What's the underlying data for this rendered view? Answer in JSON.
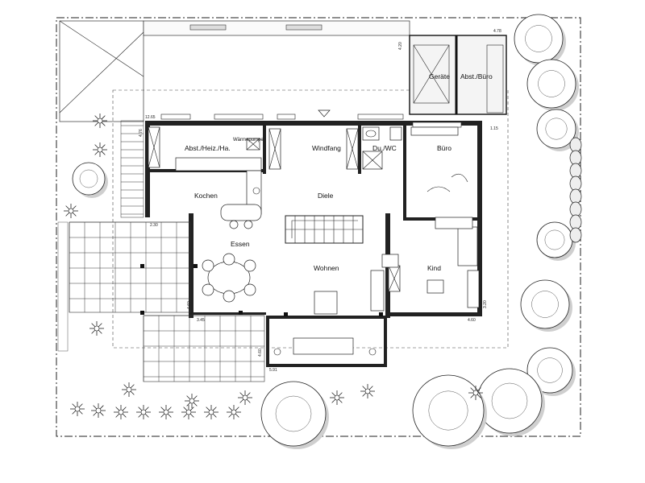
{
  "rooms": {
    "geraete": "Geräte",
    "abst_buero": "Abst./Büro",
    "abst_heiz": "Abst./Heiz./Ha.",
    "waermepumpe": "Wärmepumpe",
    "windfang": "Windfang",
    "du_wc": "Du./WC",
    "buero": "Büro",
    "kochen": "Kochen",
    "diele": "Diele",
    "essen": "Essen",
    "wohnen": "Wohnen",
    "kind": "Kind"
  },
  "dimensions": {
    "d_478": "4.78",
    "d_420": "4.20",
    "d_1265": "12.65",
    "d_476": "4.76",
    "d_115": "1.15",
    "d_230": "2.30",
    "d_345": "3.45",
    "d_460a": "4.60",
    "d_460b": "4.60",
    "d_320": "3.20",
    "d_460c": "4.60",
    "d_591": "5.91"
  },
  "colors": {
    "wall_fill": "#f4f4f4",
    "line": "#111111",
    "tree_shadow": "#cfcfcf"
  }
}
